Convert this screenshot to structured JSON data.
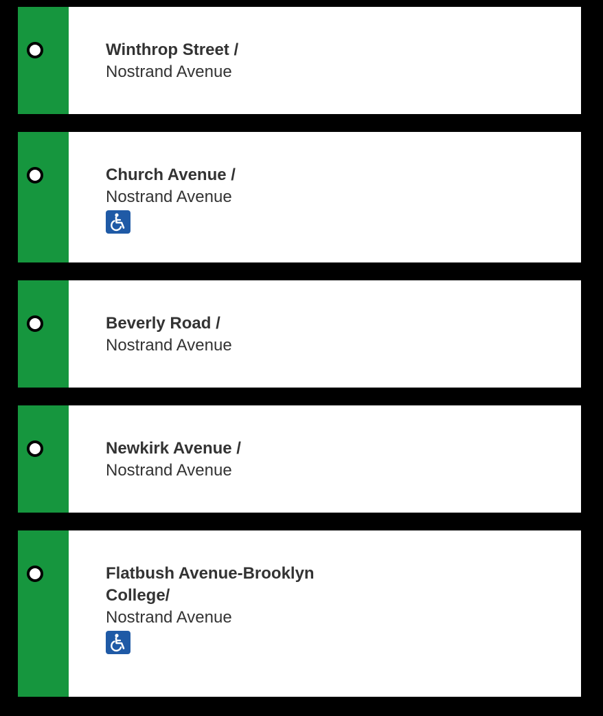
{
  "theme": {
    "route_color": "#16963e",
    "background": "#000000",
    "card": "#ffffff",
    "ada_blue": "#1f5aa6"
  },
  "stations": [
    {
      "name": "Winthrop Street /",
      "street": "Nostrand Avenue",
      "accessible": false,
      "icon": "stop-dot-icon"
    },
    {
      "name": "Church Avenue /",
      "street": "Nostrand Avenue",
      "accessible": true,
      "icon": "stop-dot-icon",
      "accessibility_icon": "wheelchair-icon"
    },
    {
      "name": "Beverly Road /",
      "street": "Nostrand Avenue",
      "accessible": false,
      "icon": "stop-dot-icon"
    },
    {
      "name": "Newkirk Avenue /",
      "street": "Nostrand Avenue",
      "accessible": false,
      "icon": "stop-dot-icon"
    },
    {
      "name": "Flatbush Avenue-Brooklyn\nCollege/",
      "street": "Nostrand Avenue",
      "accessible": true,
      "icon": "stop-dot-icon",
      "accessibility_icon": "wheelchair-icon"
    }
  ]
}
